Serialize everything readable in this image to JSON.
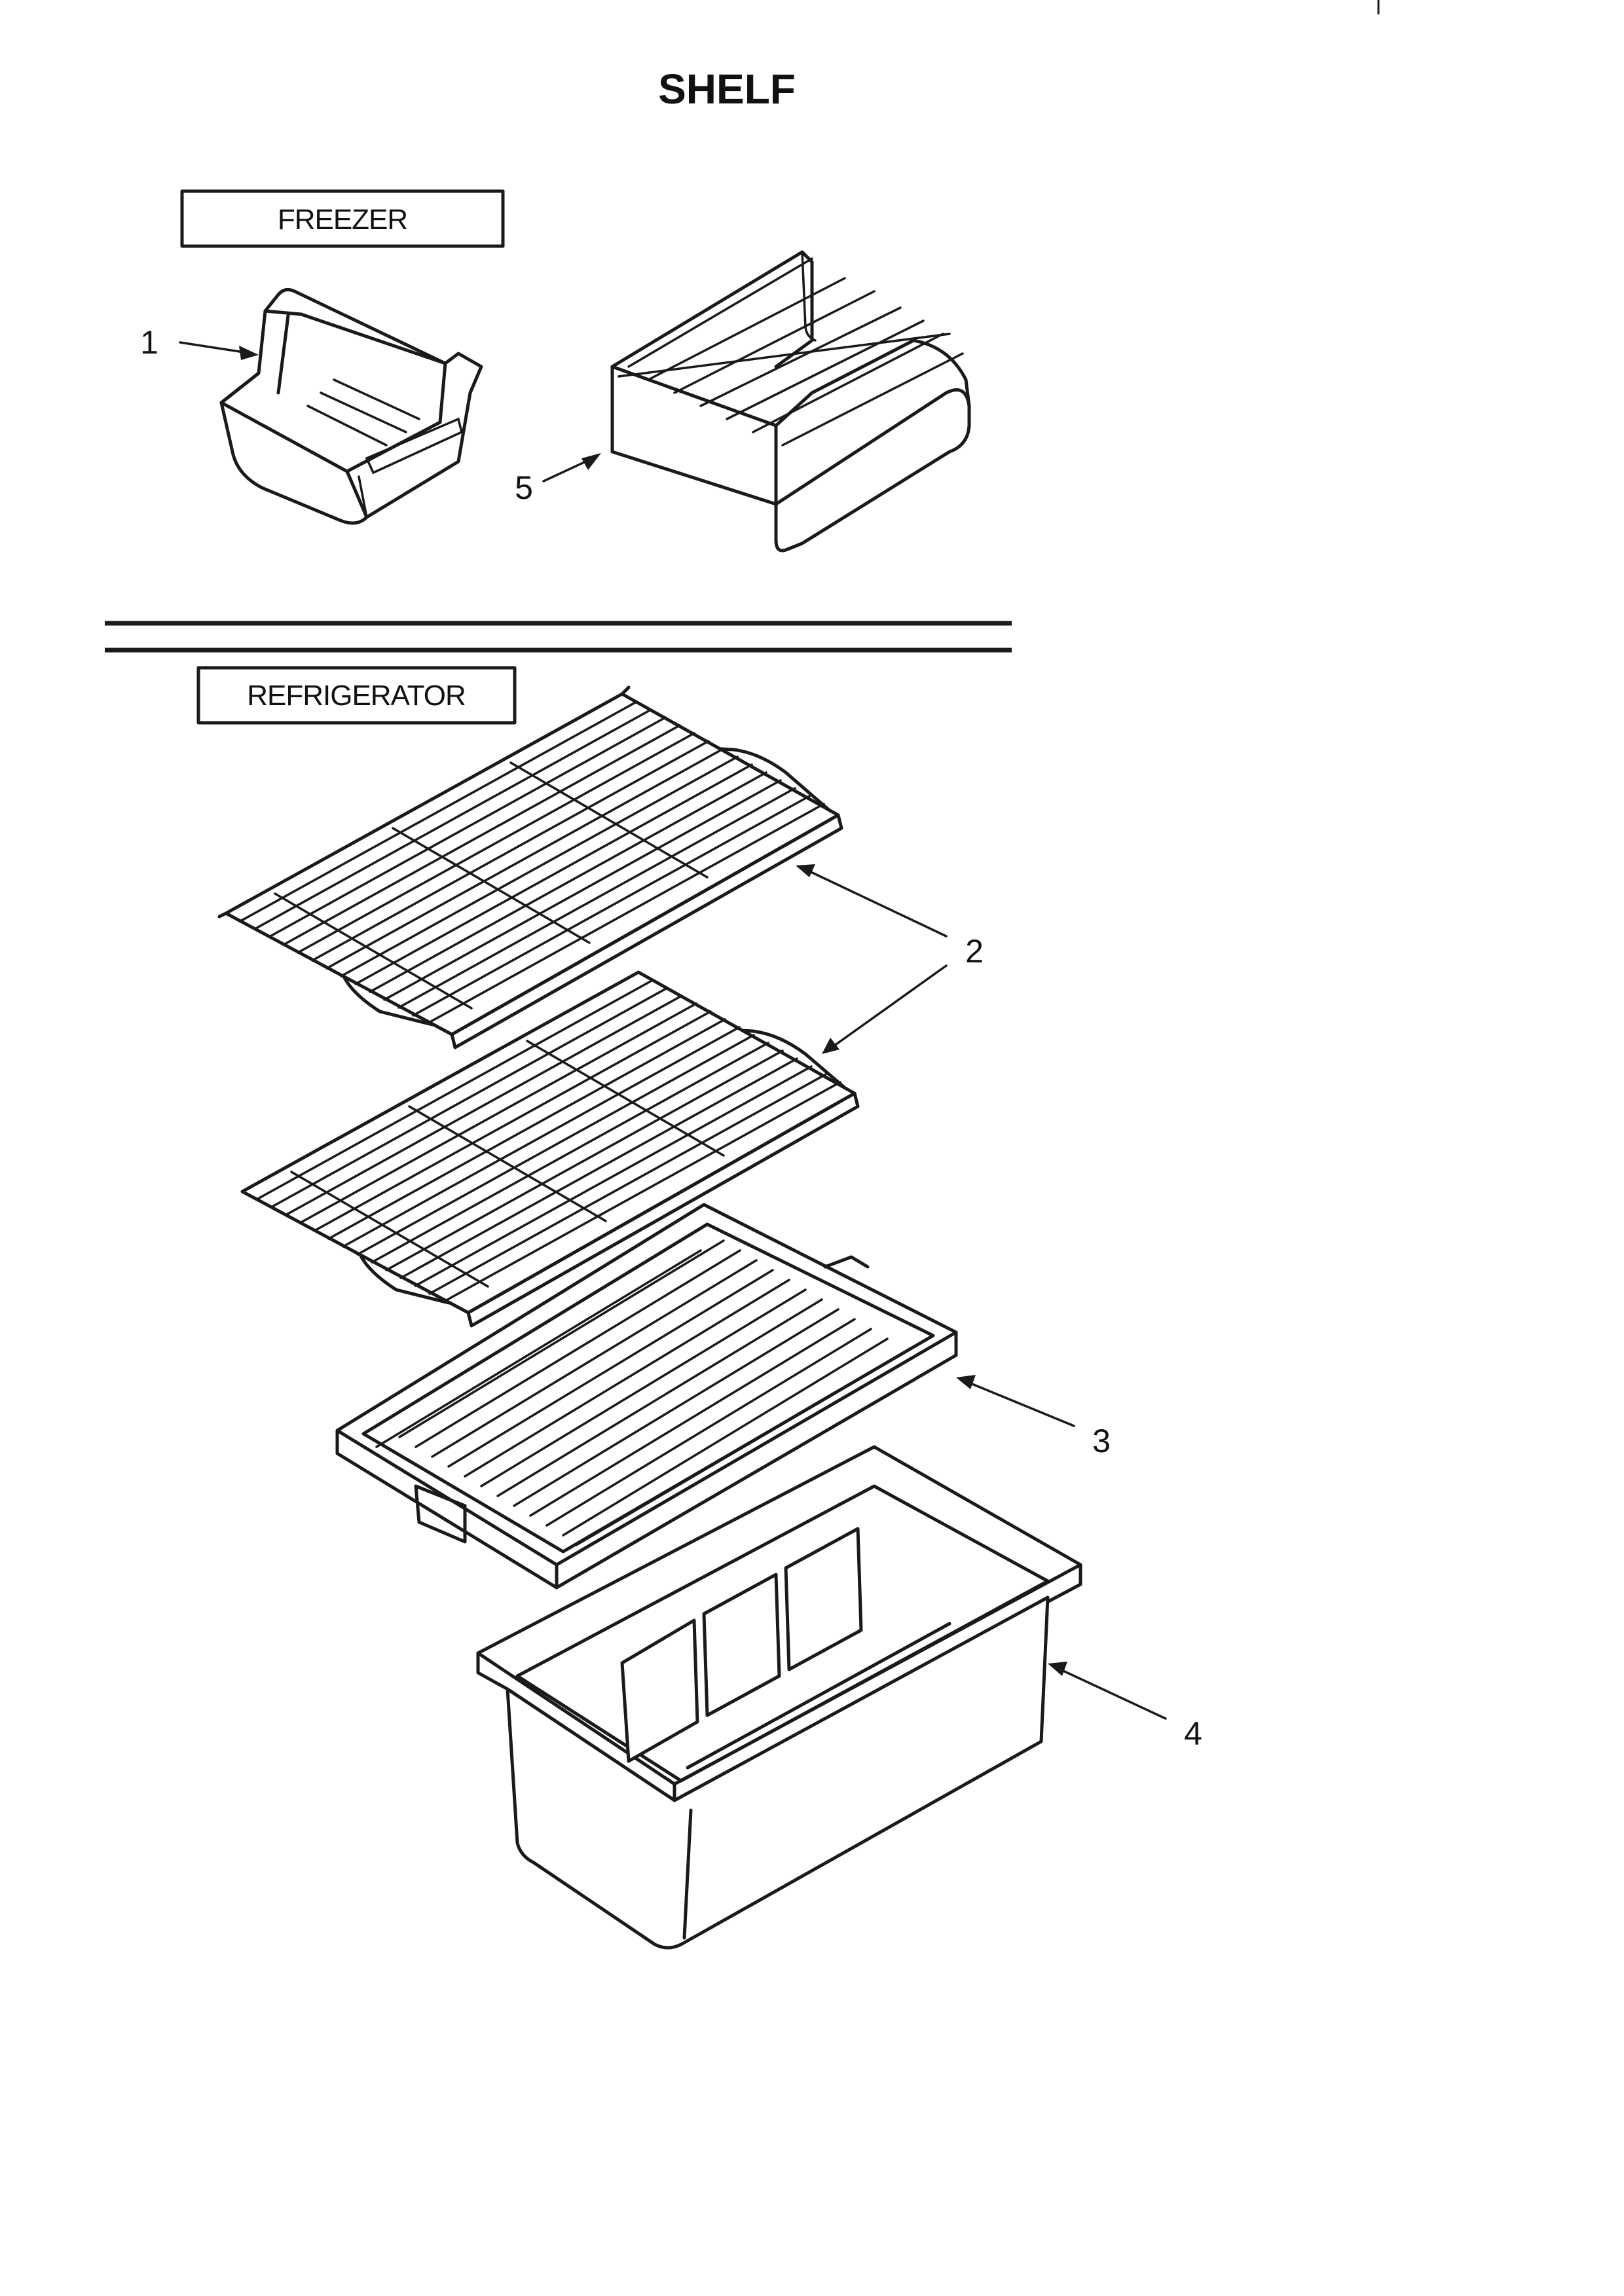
{
  "title": "SHELF",
  "sections": {
    "freezer": {
      "label": "FREEZER"
    },
    "refrigerator": {
      "label": "REFRIGERATOR"
    }
  },
  "callouts": [
    {
      "id": "1",
      "text": "1"
    },
    {
      "id": "2",
      "text": "2"
    },
    {
      "id": "3",
      "text": "3"
    },
    {
      "id": "4",
      "text": "4"
    },
    {
      "id": "5",
      "text": "5"
    }
  ],
  "parts": [
    "ice-bin",
    "wire-shelf",
    "crisper-cover",
    "crisper-pan",
    "wire-rack-support"
  ],
  "colors": {
    "ink": "#1a1a1a",
    "paper": "#ffffff"
  }
}
